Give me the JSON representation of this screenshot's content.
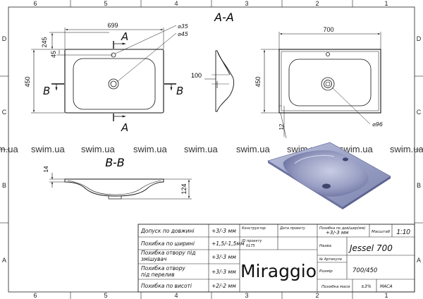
{
  "frame": {
    "columns_top": [
      "6",
      "5",
      "4",
      "3",
      "2",
      "1"
    ],
    "columns_bottom": [
      "6",
      "5",
      "4",
      "3",
      "2",
      "1"
    ],
    "rows_left": [
      "D",
      "C",
      "B",
      "A"
    ],
    "rows_right": [
      "D",
      "C",
      "B",
      "A"
    ]
  },
  "section_aa": "A-A",
  "section_bb": "B-B",
  "watermark": "swim.ua",
  "top_view": {
    "width_dim": "699",
    "top_offset_dim": "245",
    "hole_offset_dim": "45",
    "height_dim": "450",
    "d35": "⌀35",
    "d45": "⌀45",
    "cut_a": "A",
    "cut_b": "B"
  },
  "side_view": {
    "depth_dim": "100"
  },
  "right_view": {
    "width_dim": "700",
    "height_dim": "450",
    "bottom_dim": "12",
    "d96": "⌀96"
  },
  "section_view": {
    "rim_dim": "14",
    "depth_dim": "124"
  },
  "title_block": {
    "rows": [
      {
        "label": "Допуск по довжині",
        "value": "+3/-3 мм"
      },
      {
        "label": "Похибка по ширині",
        "value": "+1,5/-1,5мм"
      },
      {
        "label": "Похибка отвору під змішувач",
        "value": "+3/-3 мм"
      },
      {
        "label": "Похибка отвору під перелив",
        "value": "+3/-3 мм"
      },
      {
        "label": "Похибка по висоті",
        "value": "+2/-2 мм"
      }
    ],
    "constructor_label": "Конструктор",
    "project_date_label": "Дата проекту",
    "project_id_label": "ID проекту",
    "project_id_value": "0175",
    "brand": "Miraggio",
    "drawing_error_label": "Похибка по дов/шир(мм)",
    "drawing_error_value": "+3/-3 мм",
    "scale_label": "Масштаб",
    "scale_value": "1:10",
    "name_label": "Назва",
    "name_value": "Jessel 700",
    "article_label": "№ Артикула",
    "size_label": "Розмір",
    "size_value": "700/450",
    "mass_error_label": "Похибка маси",
    "mass_error_value": "±3%",
    "mass_label": "МАСА"
  }
}
